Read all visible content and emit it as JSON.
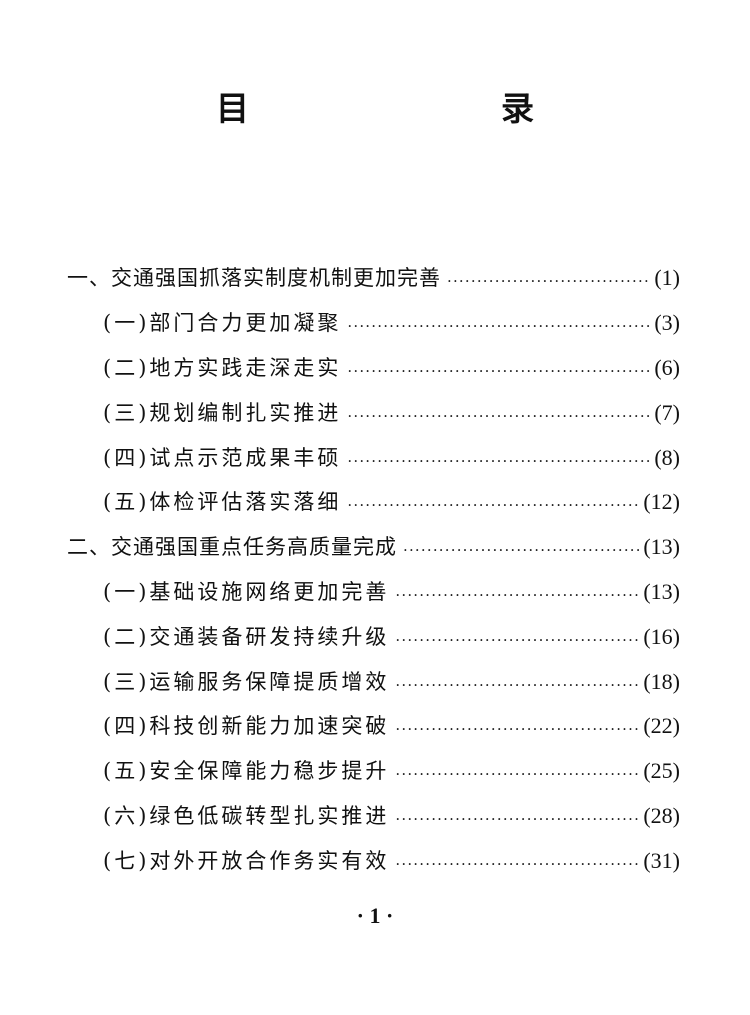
{
  "title": "目　　录",
  "toc": [
    {
      "level": 1,
      "label": "一、交通强国抓落实制度机制更加完善",
      "page": "(1)"
    },
    {
      "level": 2,
      "label": "(一)部门合力更加凝聚",
      "page": "(3)"
    },
    {
      "level": 2,
      "label": "(二)地方实践走深走实",
      "page": "(6)"
    },
    {
      "level": 2,
      "label": "(三)规划编制扎实推进",
      "page": "(7)"
    },
    {
      "level": 2,
      "label": "(四)试点示范成果丰硕",
      "page": "(8)"
    },
    {
      "level": 2,
      "label": "(五)体检评估落实落细",
      "page": "(12)"
    },
    {
      "level": 1,
      "label": "二、交通强国重点任务高质量完成",
      "page": "(13)"
    },
    {
      "level": 2,
      "label": "(一)基础设施网络更加完善",
      "page": "(13)"
    },
    {
      "level": 2,
      "label": "(二)交通装备研发持续升级",
      "page": "(16)"
    },
    {
      "level": 2,
      "label": "(三)运输服务保障提质增效",
      "page": "(18)"
    },
    {
      "level": 2,
      "label": "(四)科技创新能力加速突破",
      "page": "(22)"
    },
    {
      "level": 2,
      "label": "(五)安全保障能力稳步提升",
      "page": "(25)"
    },
    {
      "level": 2,
      "label": "(六)绿色低碳转型扎实推进",
      "page": "(28)"
    },
    {
      "level": 2,
      "label": "(七)对外开放合作务实有效",
      "page": "(31)"
    }
  ],
  "footer": {
    "page_number": "· 1 ·"
  }
}
